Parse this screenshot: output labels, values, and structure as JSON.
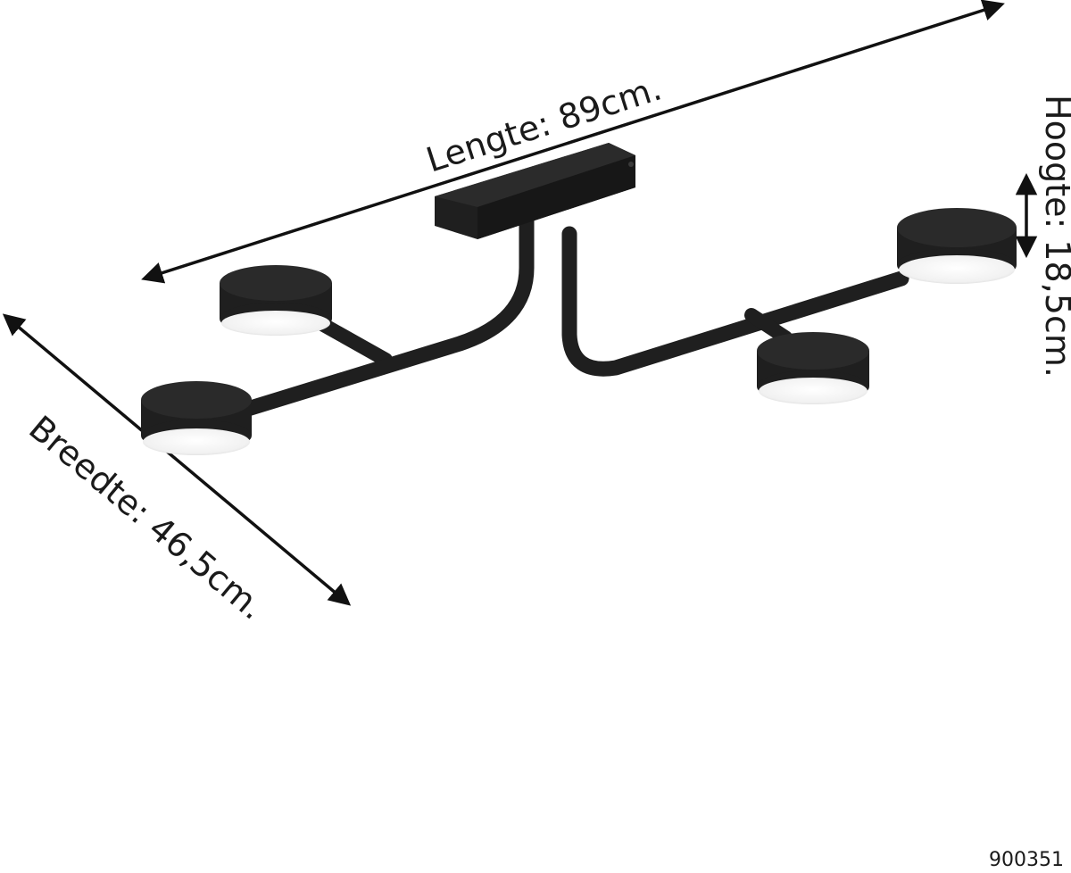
{
  "dimensions": {
    "length_label": "Lengte: 89cm.",
    "height_label": "Hoogte: 18,5cm.",
    "width_label": "Breedte: 46,5cm."
  },
  "product_code": "900351",
  "colors": {
    "fixture": "#1f1f1f",
    "diffuser": "#ffffff",
    "arrow": "#111111"
  }
}
